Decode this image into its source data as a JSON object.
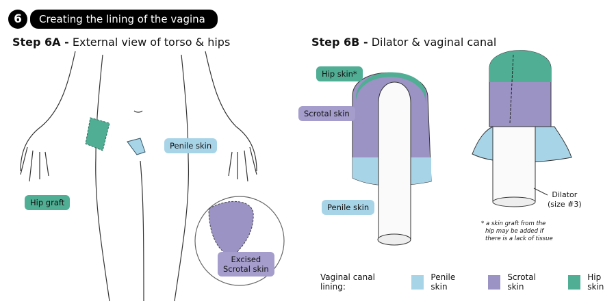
{
  "header": {
    "step_number": "6",
    "title": "Creating the lining of the vagina"
  },
  "step_a": {
    "prefix": "Step 6A -",
    "title": "External view of torso & hips",
    "labels": {
      "penile_skin": "Penile skin",
      "hip_graft": "Hip graft",
      "excised": "Excised",
      "scrotal_skin": "Scrotal skin"
    }
  },
  "step_b": {
    "prefix": "Step 6B -",
    "title": "Dilator & vaginal canal",
    "labels": {
      "hip_skin": "Hip skin*",
      "scrotal_skin": "Scrotal skin",
      "penile_skin": "Penile skin",
      "dilator": "Dilator",
      "dilator_size": "(size #3)"
    },
    "note": [
      "* a skin graft from the",
      "hip may be added if",
      "there is a lack of tissue"
    ]
  },
  "legend": {
    "title": "Vaginal canal lining:",
    "items": [
      {
        "label": "Penile skin",
        "color": "#a8d4e8"
      },
      {
        "label": "Scrotal skin",
        "color": "#9b93c4"
      },
      {
        "label": "Hip skin",
        "color": "#4fae94"
      }
    ]
  }
}
